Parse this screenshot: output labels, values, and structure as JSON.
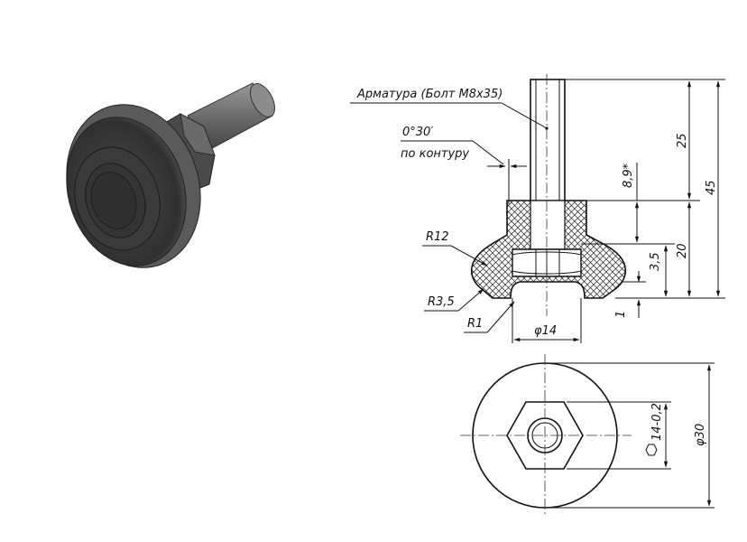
{
  "colors": {
    "line": "#111111",
    "hatch": "#222222",
    "part_dark": "#3a3a3a",
    "part_mid": "#5a5a5a",
    "part_light": "#8a8a8a"
  },
  "callouts": {
    "insert": "Арматура (Болт М8х35)",
    "angle": "0°30′",
    "angle_note": "по контуру",
    "r12": "R12",
    "r35": "R3,5",
    "r1": "R1"
  },
  "dimensions": {
    "d25": "25",
    "d45": "45",
    "d89": "8,9*",
    "d20": "20",
    "d35": "3,5",
    "d1": "1",
    "d14": "φ14",
    "hex": "14-0,2",
    "d30": "φ30"
  }
}
